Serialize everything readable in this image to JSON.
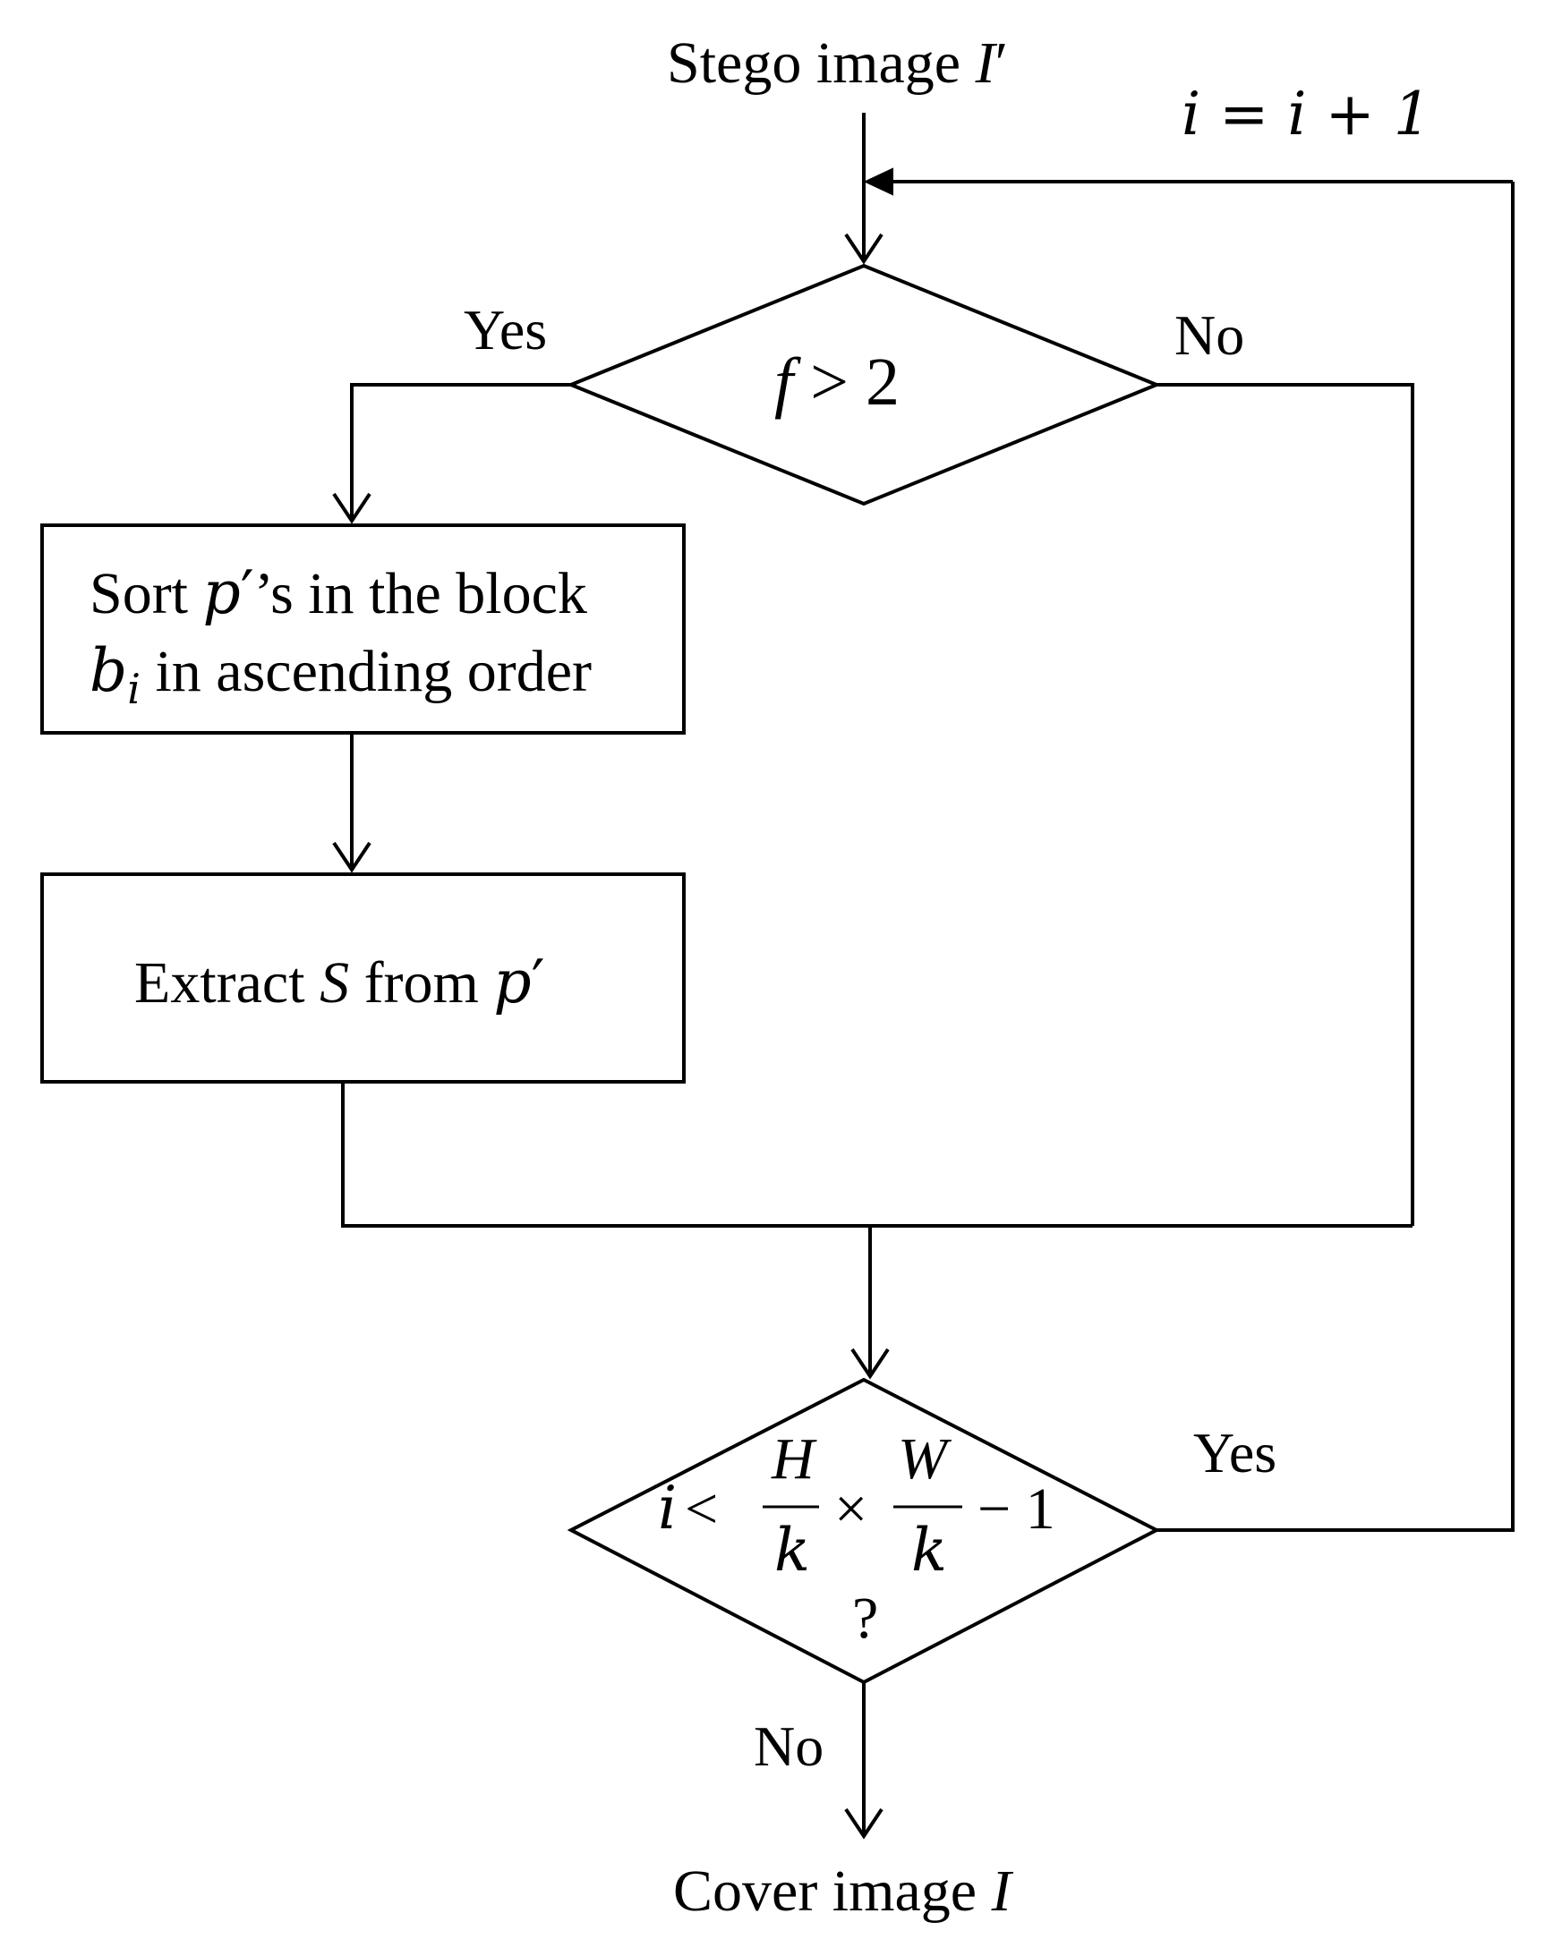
{
  "input": {
    "label": "Stego image ",
    "var": "I",
    "prime": "′"
  },
  "increment": {
    "text": "i = i + 1"
  },
  "decision1": {
    "var": "f",
    "rest": " > 2",
    "yes_label": "Yes",
    "no_label": "No"
  },
  "sort_box": {
    "line1_a": "Sort ",
    "line1_var": "p",
    "line1_prime": "′",
    "line1_b": "’s in the block",
    "line2_var": "b",
    "line2_sub": "i",
    "line2_b": " in ascending  order"
  },
  "extract_box": {
    "a": "Extract ",
    "var_s": "S",
    "b": " from ",
    "var_p": "p",
    "prime": "′"
  },
  "decision2": {
    "lhs": "i",
    "lt": " <",
    "num1": "H",
    "den1": "k",
    "times": "×",
    "num2": "W",
    "den2": "k",
    "minus": "− 1",
    "question": "?",
    "yes_label": "Yes",
    "no_label": "No"
  },
  "output": {
    "label": "Cover image ",
    "var": "I"
  }
}
